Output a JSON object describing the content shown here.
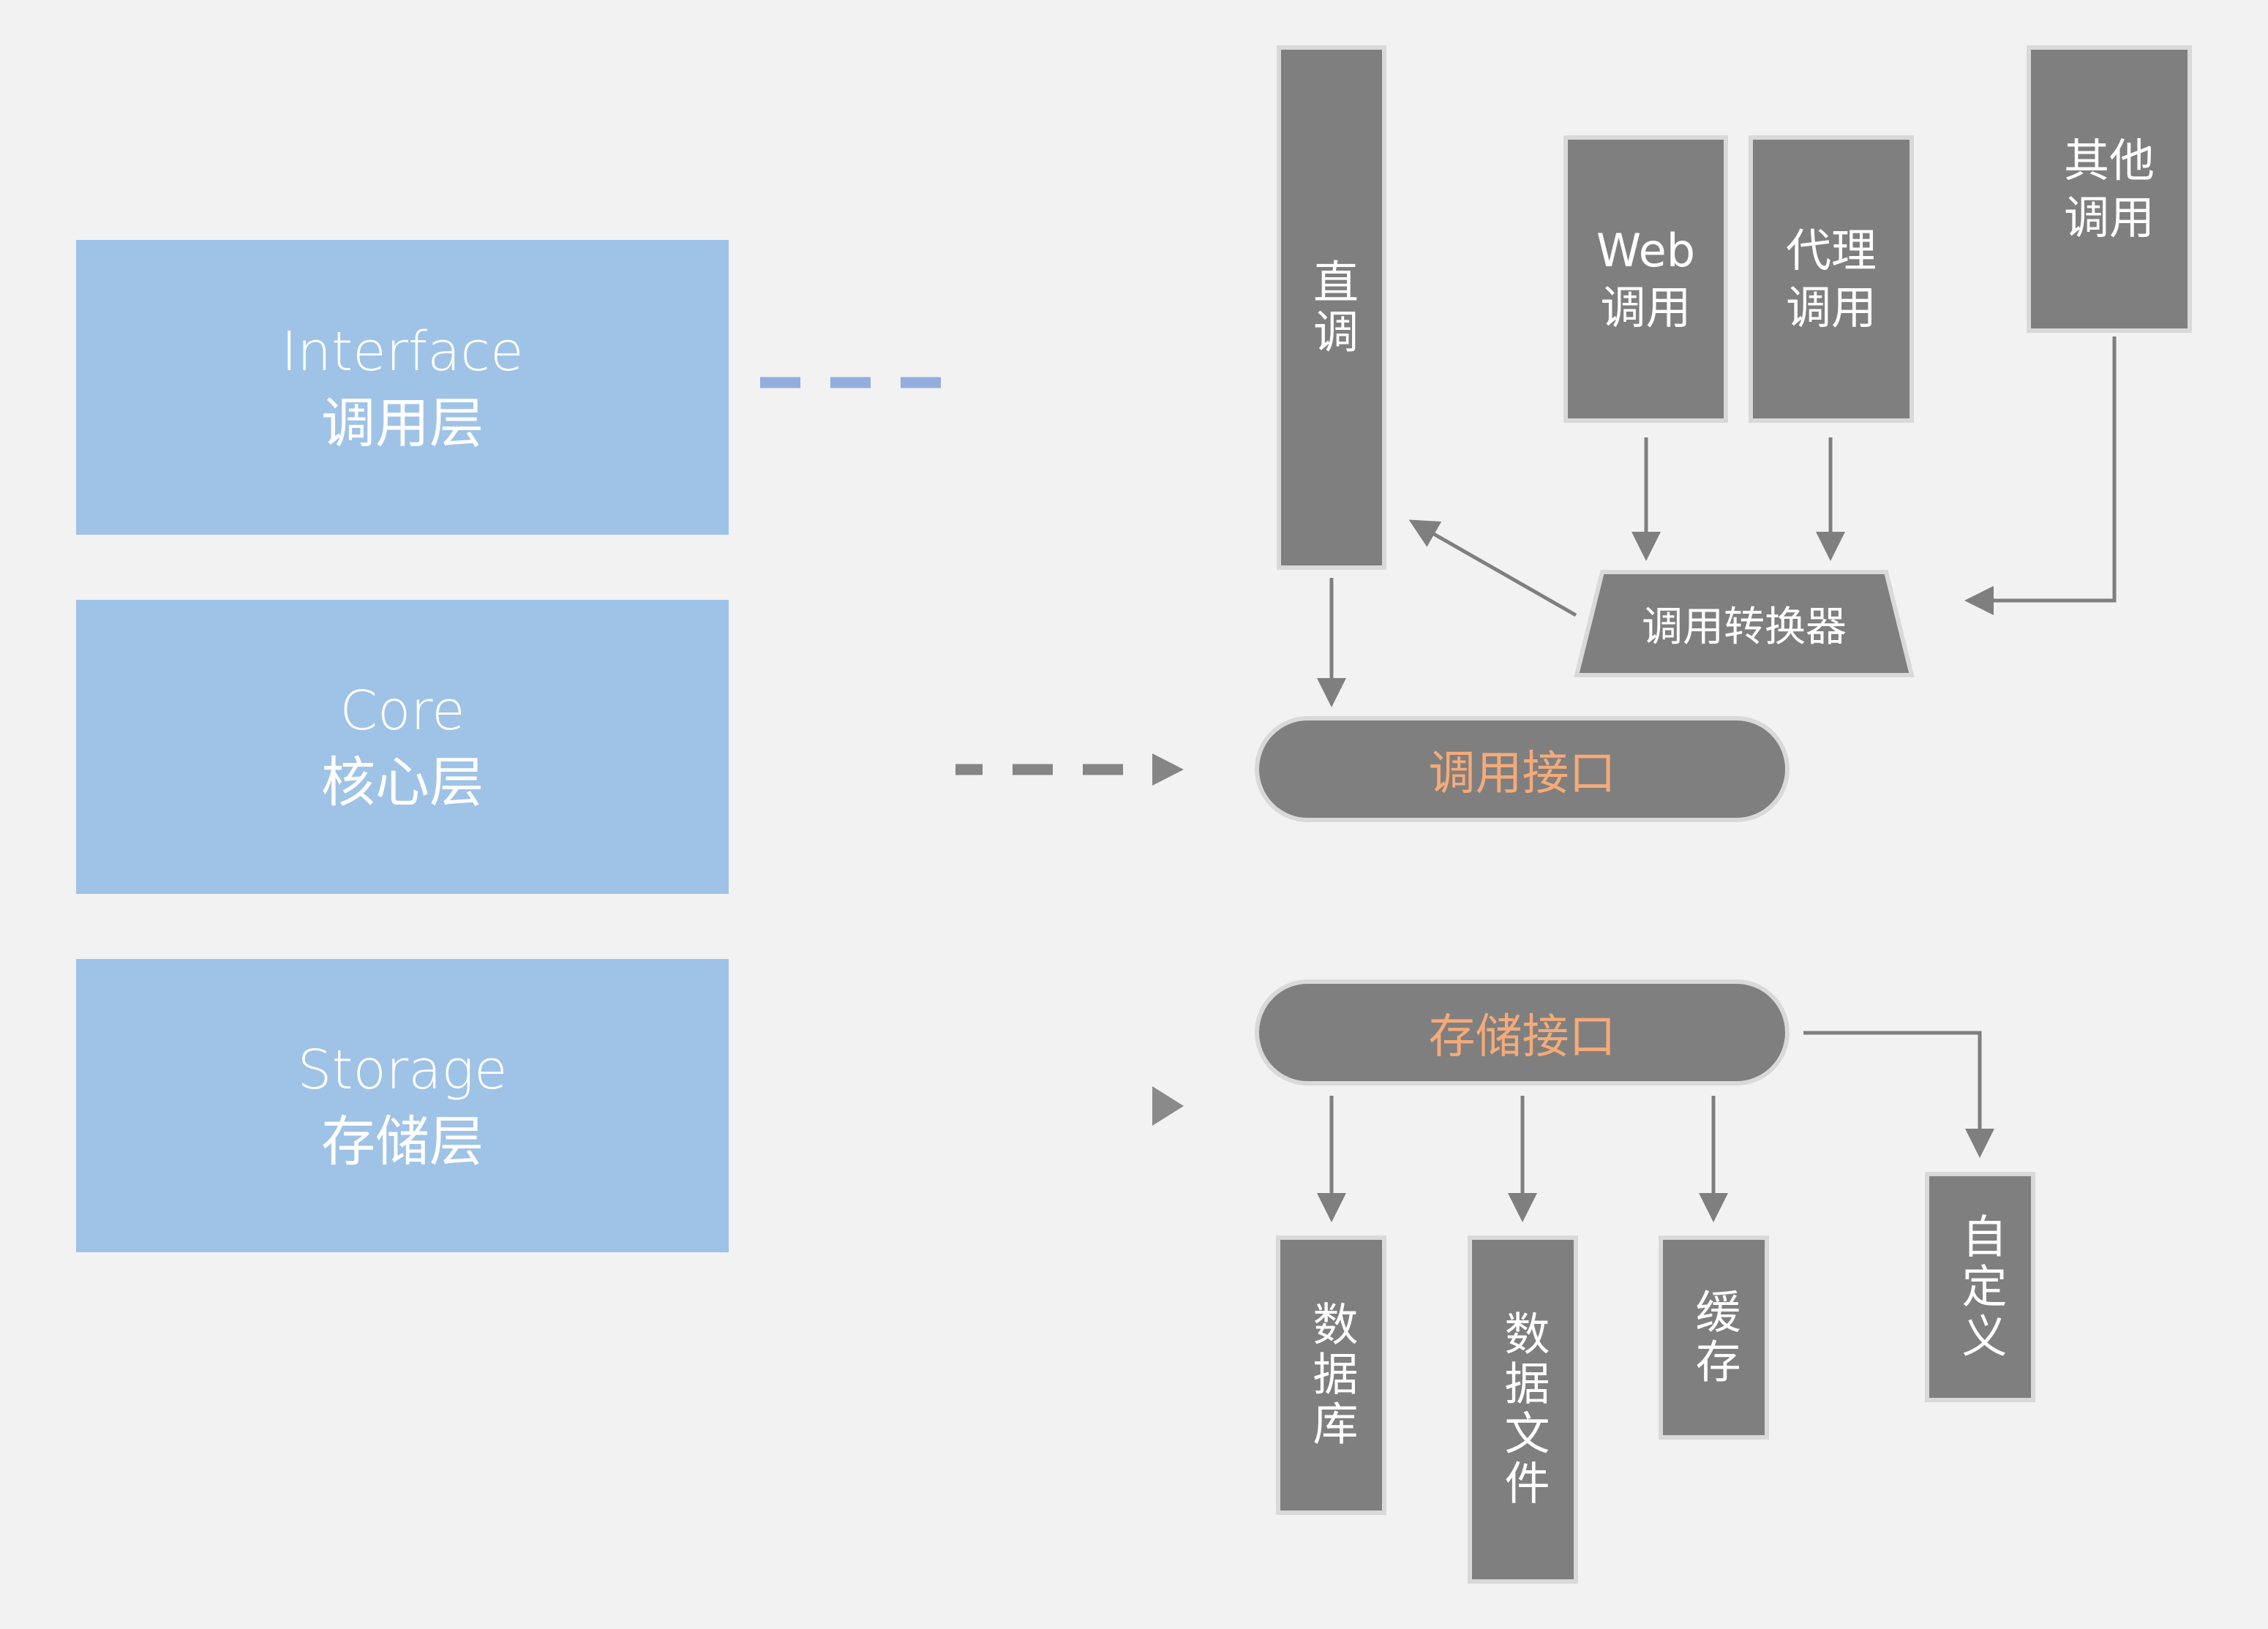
{
  "layers": [
    {
      "en": "Interface",
      "zh": "调用层"
    },
    {
      "en": "Core",
      "zh": "核心层"
    },
    {
      "en": "Storage",
      "zh": "存储层"
    }
  ],
  "callers": {
    "direct": "直调",
    "web": [
      "Web",
      "调用"
    ],
    "proxy": [
      "代理",
      "调用"
    ],
    "other": [
      "其他",
      "调用"
    ]
  },
  "converter": "调用转换器",
  "call_interface": "调用接口",
  "storage_interface": "存储接口",
  "storage_targets": {
    "database": "数据库",
    "data_file": "数据文件",
    "cache": "缓存",
    "custom": "自定义"
  },
  "colors": {
    "background": "#F2F2F2",
    "layer_fill": "#9FC3E6",
    "node_fill": "#7F7F7F",
    "node_border": "#D9D9D9",
    "interface_text": "#F4AA79",
    "connector_start": "#93ADDD",
    "connector_end": "#858585"
  }
}
